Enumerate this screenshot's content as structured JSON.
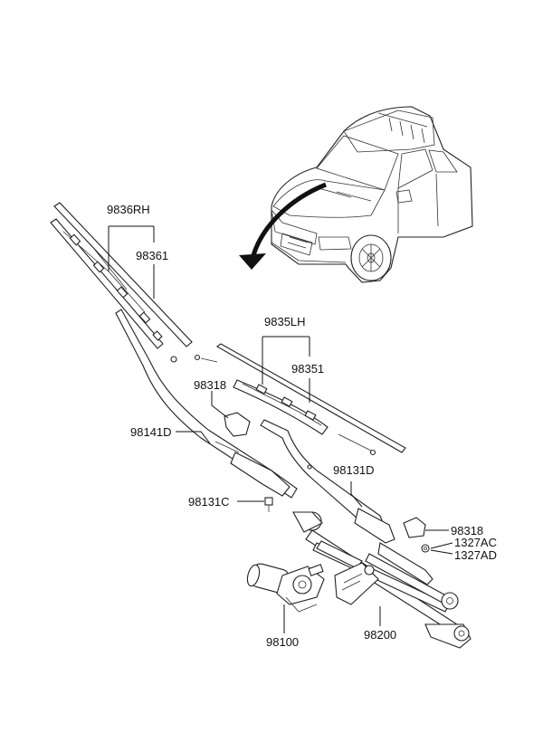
{
  "labels": {
    "rh_blade_assy": "9836RH",
    "rh_blade_refill": "98361",
    "lh_blade_assy": "9835LH",
    "lh_blade_refill": "98351",
    "arm_cap": "98318",
    "arm_rh": "98141D",
    "arm_lh": "98131D",
    "nut": "98131C",
    "cap_right": "98318",
    "part_1327ac": "1327AC",
    "part_1327ad": "1327AD",
    "motor": "98100",
    "linkage": "98200"
  }
}
